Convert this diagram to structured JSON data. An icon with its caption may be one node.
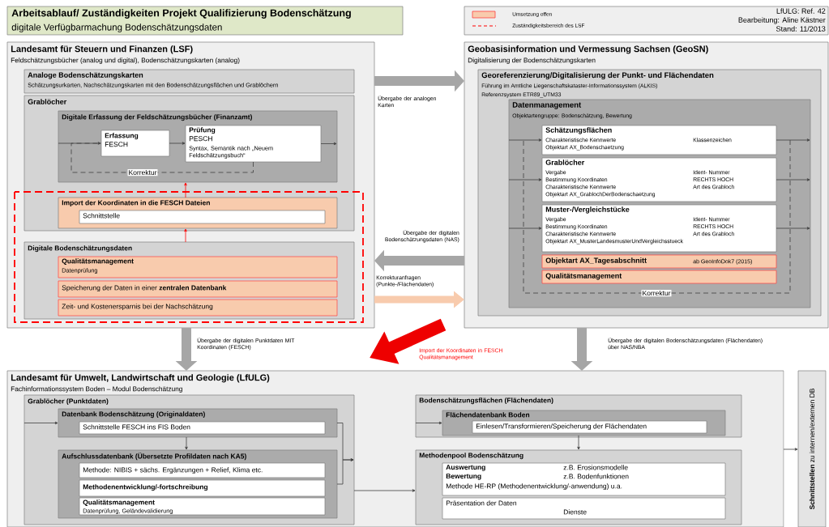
{
  "diagram": {
    "nodes": [
      {
        "text": [
          "Arbeitsablauf/ Zuständigkeiten Projekt Qualifizierung Bodenschätzung",
          "digitale Verfügbarmachung Bodenschätzungsdaten"
        ]
      },
      {
        "text": [
          "Landesamt für Steuern und Finanzen (LSF)",
          "Feldschätzungsbücher (analog und digital), Bodenschätzungskarten (analog)"
        ]
      },
      {
        "text": [
          "Analoge Bodenschätzungskarten",
          "Schätzungsurkarten, Nachschätzungskarten mit den Bodenschätzungsflächen und Grablöchern"
        ],
        "in": 1
      },
      {
        "text": [
          "Grablöcher"
        ],
        "in": 1
      },
      {
        "text": [
          "Digitale Erfassung der Feldschätzungsbücher (Finanzamt)"
        ],
        "in": 3
      },
      {
        "text": [
          "Erfassung",
          "FESCH"
        ],
        "in": 4
      },
      {
        "text": [
          "Prüfung",
          "PESCH",
          "Syntax, Semantik nach „Neuem Feldschätzungsbuch“"
        ],
        "in": 4
      },
      {
        "text": [
          "Import der Koordinaten in die FESCH Dateien"
        ],
        "in": 3
      },
      {
        "text": [
          "Schnittstelle"
        ],
        "in": 7
      },
      {
        "text": [
          "Digitale Bodenschätzungsdaten"
        ],
        "in": 1
      },
      {
        "text": [
          "Qualitätsmanagement",
          "Datenprüfung"
        ],
        "in": 9
      },
      {
        "text": [
          "Speicherung der Daten in einer **zentralen Datenbank**"
        ],
        "in": 9
      },
      {
        "text": [
          "Zeit- und Kostenersparnis bei der Nachschätzung"
        ],
        "in": 9
      },
      {
        "text": [
          "Geobasisinformation und Vermessung Sachsen (GeoSN)",
          "Digitalisierung der Bodenschätzungskarten"
        ]
      },
      {
        "text": [
          "Georeferenzierung/Digitalisierung der Punkt- und Flächendaten",
          "Führung im Amtliche Liegenschaftskataster-Informationssystem (ALKIS)",
          "Referenzsystem ETR89_UTM33"
        ],
        "in": 13
      },
      {
        "text": [
          "Datenmanagement",
          "Objektartengruppe: Bodenschätzung, Bewertung"
        ],
        "in": 14
      },
      {
        "text": [
          "Schätzungsflächen",
          "Charakteristische Kennwerte",
          "Klassenzeichen",
          "Objektart AX_Bodenschaetzung"
        ],
        "in": 15
      },
      {
        "text": [
          "Grablöcher",
          "Vergabe",
          "Ident- Nummer",
          "Bestimmung Koordinaten",
          "RECHTS HOCH",
          "Charakteristische Kennwerte",
          "Art des Grabloch",
          "Objektart AX_GrablochDerBodenschaetzung"
        ],
        "in": 15
      },
      {
        "text": [
          "Muster-/Vergleichstücke",
          "Vergabe",
          "Ident- Nummer",
          "Bestimmung Koordinaten",
          "RECHTS HOCH",
          "Charakteristische Kennwerte",
          "Art des Grabloch",
          "Objektart AX_MusterLandesmusterUndVergleichsstueck"
        ],
        "in": 15
      },
      {
        "text": [
          "Objektart AX_Tagesabschnitt",
          "ab GeoInfoDok7 (2015)"
        ],
        "in": 15
      },
      {
        "text": [
          "Qualitätsmanagement"
        ],
        "in": 15
      },
      {
        "text": [
          "Landesamt für Umwelt, Landwirtschaft und Geologie (LfULG)",
          "Fachinformationssystem Boden – Modul Bodenschätzung"
        ]
      },
      {
        "text": [
          "Grablöcher (Punktdaten)"
        ],
        "in": 21
      },
      {
        "text": [
          "Datenbank Bodenschätzung (Originaldaten)"
        ],
        "in": 22
      },
      {
        "text": [
          "Schnittstelle FESCH ins FIS Boden"
        ],
        "in": 23
      },
      {
        "text": [
          "Aufschlussdatenbank (Übersetzte Profildaten nach KA5)"
        ],
        "in": 22
      },
      {
        "text": [
          "Methode: NIBIS + sächs. Ergänzungen + Relief, Klima etc."
        ],
        "in": 25
      },
      {
        "text": [
          "Methodenentwicklung/-fortschreibung"
        ],
        "in": 25
      },
      {
        "text": [
          "Qualitätsmanagement",
          "Datenprüfung, Geländevalidierung"
        ],
        "in": 25
      },
      {
        "text": [
          "Bodenschätzungsflächen (Flächendaten)"
        ],
        "in": 21
      },
      {
        "text": [
          "Flächendatenbank Boden"
        ],
        "in": 29
      },
      {
        "text": [
          "Einlesen/Transformieren/Speicherung der Flächendaten"
        ],
        "in": 30
      },
      {
        "text": [
          "Methodenpool Bodenschätzung"
        ],
        "in": 21
      },
      {
        "text": [
          "Auswertung",
          "z.B. Erosionsmodelle",
          "Bewertung",
          "z.B. Bodenfunktionen",
          "Methode HE-RP (Methodenentwicklung/-anwendung) u.a."
        ],
        "in": 32
      },
      {
        "text": [
          "Präsentation der Daten",
          "Dienste"
        ],
        "in": 32
      },
      {
        "text": [
          "**Schnittstellen** zu internen/externen DB"
        ]
      }
    ],
    "edges": [
      {
        "from": 1,
        "to": 13,
        "arrow": "to",
        "label": "Übergabe der analogen Karten",
        "style": "thick",
        "color": "#a6a6a6"
      },
      {
        "from": 13,
        "to": 1,
        "arrow": "to",
        "label": "Übergabe der digitalen Bodenschätzungsdaten (NAS)",
        "style": "thick",
        "color": "#a6a6a6"
      },
      {
        "from": 1,
        "to": 13,
        "arrow": "to",
        "label": "Korrekturanfragen (Punkte-/Flächendaten)",
        "style": "thick",
        "color": "#f8cbad"
      },
      {
        "from": 13,
        "to": 1,
        "arrow": "to",
        "label": "Import der Koordinaten in FESCH Qualitätsmanagement",
        "style": "thick",
        "color": "#ee0000"
      },
      {
        "from": 1,
        "to": 21,
        "arrow": "to",
        "label": "Übergabe der digitalen Punktdaten MIT Koordinaten (FESCH)",
        "style": "thick",
        "color": "#a6a6a6"
      },
      {
        "from": 13,
        "to": 21,
        "arrow": "to",
        "label": "Übergabe der digitalen Bodenschätzungsdaten (Flächendaten) über NAS/NBA",
        "style": "thick",
        "color": "#a6a6a6"
      },
      {
        "from": 4,
        "to": 5,
        "arrow": "to"
      },
      {
        "from": 5,
        "to": 6,
        "arrow": "to"
      },
      {
        "from": 6,
        "to": 4,
        "arrow": "to"
      },
      {
        "from": 6,
        "to": 5,
        "arrow": "none",
        "label": "Korrektur",
        "style": "dashed"
      },
      {
        "from": 7,
        "to": 4,
        "arrow": "to",
        "color": "#ff0000"
      },
      {
        "from": 9,
        "to": 7,
        "arrow": "to",
        "color": "#ff0000"
      },
      {
        "from": 15,
        "to": 16,
        "arrow": "to"
      },
      {
        "from": 15,
        "to": 17,
        "arrow": "to"
      },
      {
        "from": 15,
        "to": 18,
        "arrow": "to"
      },
      {
        "from": 16,
        "to": 15,
        "arrow": "to"
      },
      {
        "from": 17,
        "to": 15,
        "arrow": "to"
      },
      {
        "from": 18,
        "to": 15,
        "arrow": "to"
      },
      {
        "from": 22,
        "to": 23,
        "arrow": "to"
      },
      {
        "from": 23,
        "to": 25,
        "arrow": "to"
      },
      {
        "from": 23,
        "to": 22,
        "arrow": "to"
      },
      {
        "from": 25,
        "to": 22,
        "arrow": "to"
      },
      {
        "from": 22,
        "to": 32,
        "arrow": "to"
      },
      {
        "from": 29,
        "to": 30,
        "arrow": "to"
      },
      {
        "from": 30,
        "to": 32,
        "arrow": "to"
      },
      {
        "from": 21,
        "to": 35,
        "arrow": "to"
      }
    ],
    "labels": [
      "LfULG: Ref. 42",
      "Bearbeitung: Aline Kästner",
      "Stand: 11/2013",
      "Korrektur"
    ],
    "legend": [
      {
        "text": "Umsetzung offen",
        "color": "#f8cbad"
      },
      {
        "text": "Zuständigkeitsbereich des LSF"
      }
    ]
  }
}
